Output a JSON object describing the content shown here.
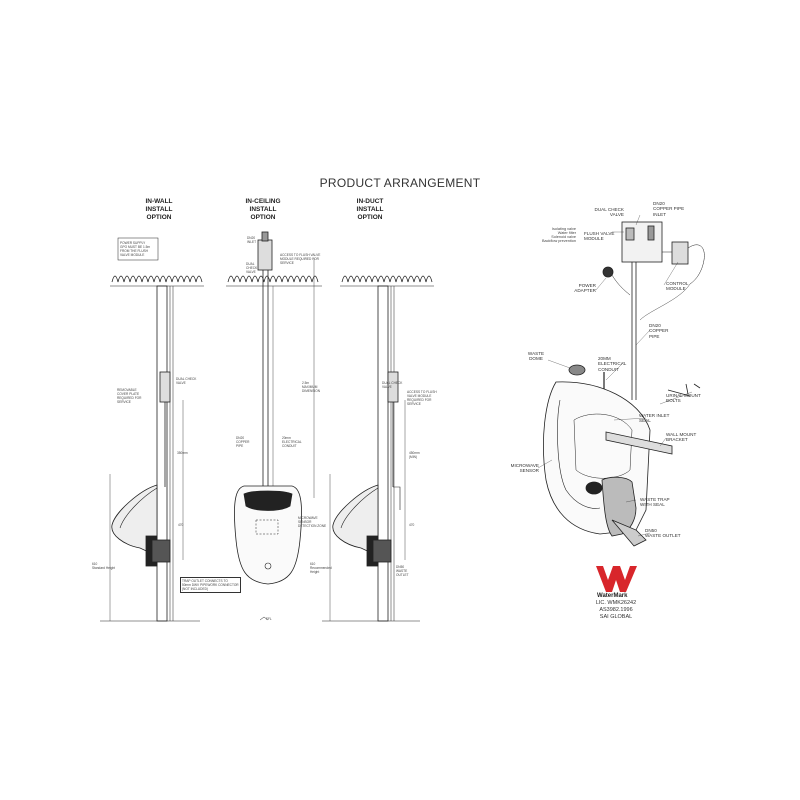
{
  "title": "PRODUCT ARRANGEMENT",
  "options": [
    {
      "lines": [
        "IN-WALL",
        "INSTALL",
        "OPTION"
      ]
    },
    {
      "lines": [
        "IN-CEILING",
        "INSTALL",
        "OPTION"
      ]
    },
    {
      "lines": [
        "IN-DUCT",
        "INSTALL",
        "OPTION"
      ]
    }
  ],
  "in_wall": {
    "power_supply": [
      "POWER SUPPLY",
      "GPO MUST BE 1.5m",
      "FROM THE FLUSH",
      "VALVE MODULE"
    ],
    "removable_plate": [
      "REMOVABLE",
      "COVER PLATE",
      "REQUIRED FOR",
      "SERVICE"
    ],
    "dual_check": [
      "DUAL CHECK",
      "VALVE"
    ],
    "dim_a": "350mm",
    "dim_b": "470",
    "dim_c": "610",
    "standard_height": [
      "610",
      "Standard Height"
    ],
    "trap_note": [
      "TRAP OUTLET CONNECTS TO",
      "50mm DWV PIPEWORK CONNECTOR",
      "(NOT INCLUDED)"
    ]
  },
  "in_ceiling": {
    "dn20_inlet": [
      "DN20",
      "INLET"
    ],
    "dual_check": [
      "DUAL",
      "CHECK",
      "VALVE"
    ],
    "access": [
      "ACCESS TO FLUSH VALVE",
      "MODULE REQUIRED FOR",
      "SERVICE"
    ],
    "min_dim": [
      "2.5m",
      "MAXIMUM",
      "DIMENSION"
    ],
    "dn20_pipe": [
      "DN20",
      "COPPER",
      "PIPE"
    ],
    "conduit": [
      "20mm",
      "ELECTRICAL",
      "CONDUIT"
    ],
    "sensor": [
      "MICROWAVE",
      "SENSOR",
      "DETECTION ZONE"
    ],
    "ffl": "FFL"
  },
  "in_duct": {
    "dual_check": [
      "DUAL CHECK",
      "VALVE"
    ],
    "access": [
      "ACCESS TO FLUSH",
      "VALVE MODULE",
      "REQUIRED FOR",
      "SERVICE"
    ],
    "dim_a": [
      "450mm",
      "(MIN)"
    ],
    "dim_b": "470",
    "rec_height": [
      "610",
      "Recommended",
      "Height"
    ],
    "waste": [
      "DN50",
      "WASTE",
      "OUTLET"
    ]
  },
  "exploded": {
    "dual_check": [
      "DUAL CHECK",
      "VALVE"
    ],
    "dn20_inlet": [
      "DN20",
      "COPPER PIPE",
      "INLET"
    ],
    "isolating": [
      "Isolating valve",
      "Water filter",
      "Solenoid valve",
      "Backflow prevention"
    ],
    "flush_module": [
      "FLUSH VALVE",
      "MODULE"
    ],
    "power_adapter": [
      "POWER",
      "ADAPTER"
    ],
    "control_module": [
      "CONTROL",
      "MODULE"
    ],
    "dn20_pipe": [
      "DN20",
      "COPPER",
      "PIPE"
    ],
    "waste_dome": [
      "WASTE",
      "DOME"
    ],
    "conduit": [
      "20mm",
      "ELECTRICAL",
      "CONDUIT"
    ],
    "bolts": [
      "URINAL MOUNT",
      "BOLTS"
    ],
    "inlet_seal": [
      "WATER INLET",
      "SEAL"
    ],
    "bracket": [
      "WALL MOUNT",
      "BRACKET"
    ],
    "sensor": [
      "MICROWAVE",
      "SENSOR"
    ],
    "waste_trap": [
      "WASTE TRAP",
      "WITH SEAL"
    ],
    "waste_outlet": [
      "DN50",
      "WASTE OUTLET"
    ]
  },
  "watermark": {
    "brand": "WaterMark",
    "lines": [
      "LIC. WMK26242",
      "AS3982.1996",
      "SAI GLOBAL"
    ],
    "logo_color": "#d8262b"
  }
}
